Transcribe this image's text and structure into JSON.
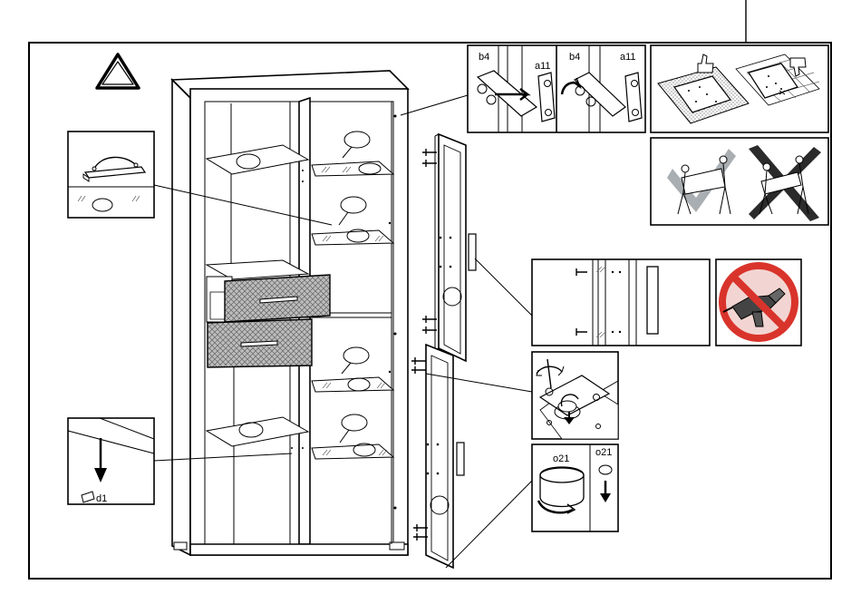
{
  "labels": {
    "b4_left": "b4",
    "a11_left": "a11",
    "b4_right": "b4",
    "a11_right": "a11",
    "d1": "d1",
    "o21_left": "o21",
    "o21_right": "o21"
  },
  "icons": {
    "warning": "triangle-warning-icon",
    "thumbs_up": "thumbs-up-icon",
    "thumbs_down": "thumbs-down-icon",
    "no_drill": "no-drill-icon",
    "carry_ok": "carry-correct-icon",
    "carry_wrong": "carry-wrong-icon"
  },
  "colors": {
    "prohibit_red": "#d9342b",
    "prohibit_fill": "#f2d5d2",
    "check_grey": "#9aa0a4",
    "x_dark": "#2b2b2b",
    "drawer_pattern": "#8a8a8a"
  }
}
